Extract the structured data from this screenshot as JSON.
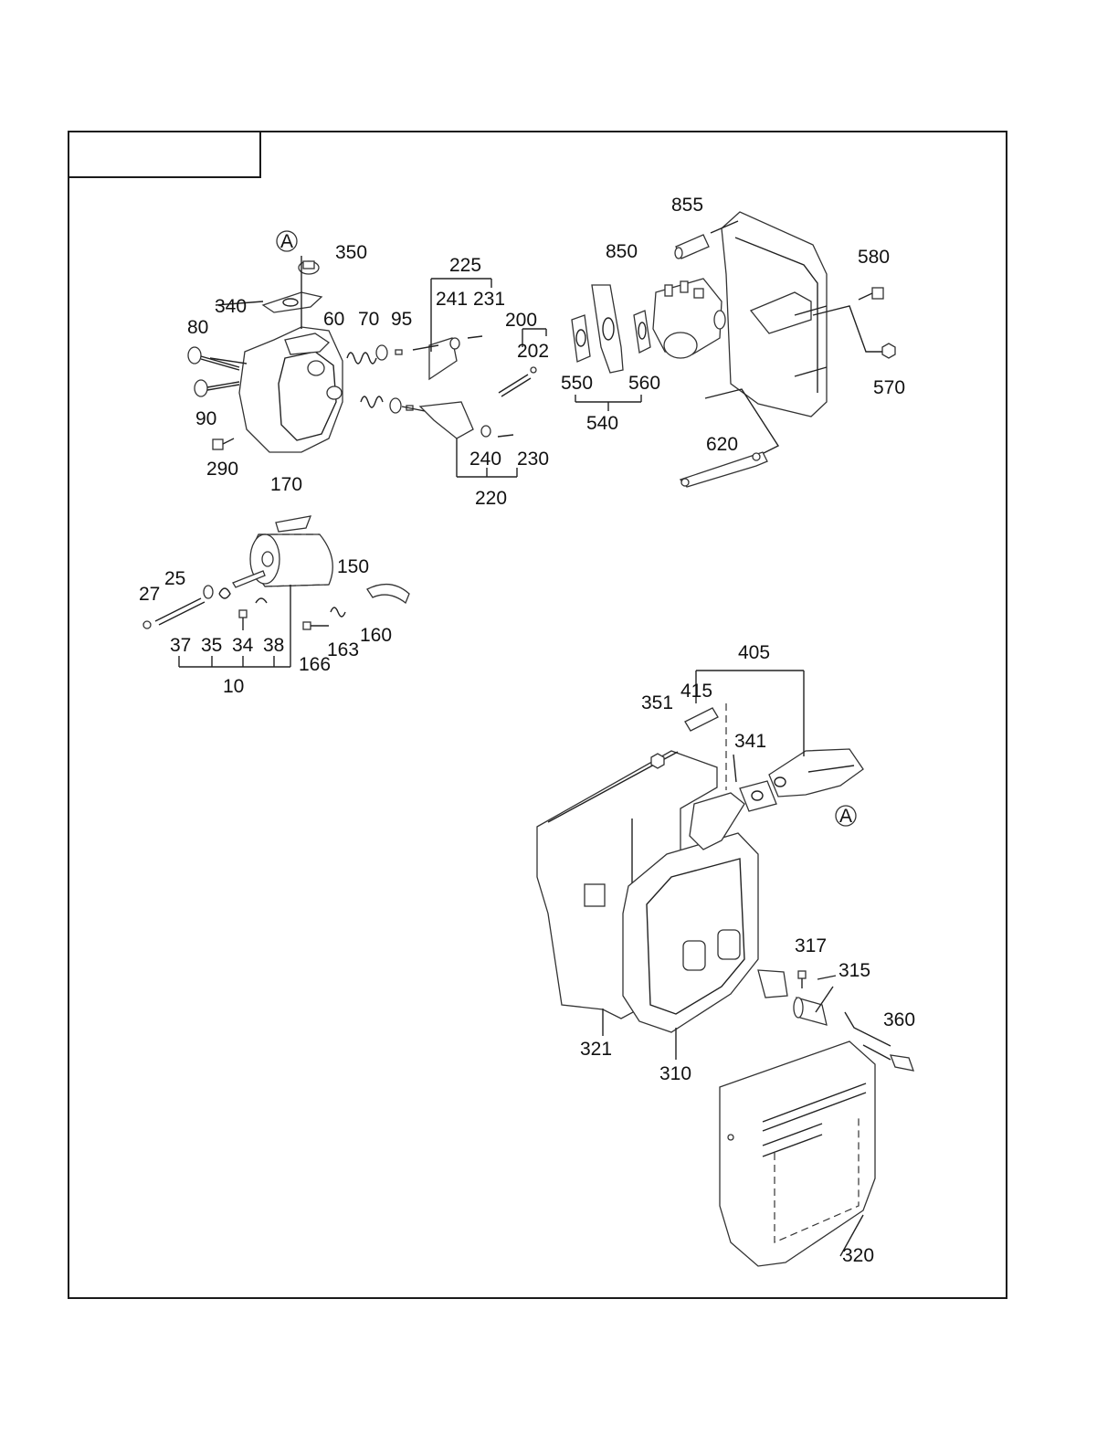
{
  "title_box": "",
  "callouts": {
    "a1": "A",
    "a2": "A",
    "p10": "10",
    "p25": "25",
    "p27": "27",
    "p34": "34",
    "p35": "35",
    "p37": "37",
    "p38": "38",
    "p60": "60",
    "p70": "70",
    "p80": "80",
    "p90": "90",
    "p95": "95",
    "p150": "150",
    "p160": "160",
    "p163": "163",
    "p166": "166",
    "p170": "170",
    "p200": "200",
    "p202": "202",
    "p220": "220",
    "p225": "225",
    "p230": "230",
    "p231": "231",
    "p240": "240",
    "p241": "241",
    "p290": "290",
    "p310": "310",
    "p315": "315",
    "p317": "317",
    "p320": "320",
    "p321": "321",
    "p340": "340",
    "p341": "341",
    "p350": "350",
    "p351": "351",
    "p360": "360",
    "p405": "405",
    "p415": "415",
    "p540": "540",
    "p550": "550",
    "p560": "560",
    "p570": "570",
    "p580": "580",
    "p620": "620",
    "p850": "850",
    "p855": "855"
  }
}
